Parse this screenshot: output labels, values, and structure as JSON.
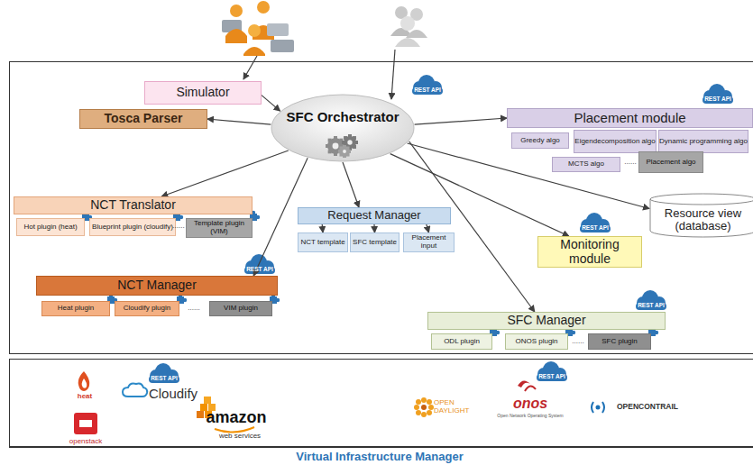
{
  "diagram": {
    "nodes": [
      {
        "text": [
          "Simulator"
        ]
      },
      {
        "text": [
          "SFC Orchestrator"
        ]
      },
      {
        "text": [
          "Tosca Parser"
        ]
      },
      {
        "text": [
          "Placement module"
        ]
      },
      {
        "text": [
          "Greedy algo"
        ]
      },
      {
        "text": [
          "Eigendecomposition algo"
        ]
      },
      {
        "text": [
          "Dynamic programming algo"
        ]
      },
      {
        "text": [
          "MCTS algo"
        ]
      },
      {
        "text": [
          "Placement algo"
        ]
      },
      {
        "text": [
          "NCT Translator"
        ]
      },
      {
        "text": [
          "Hot plugin (heat)"
        ]
      },
      {
        "text": [
          "Blueprint plugin (cloudify)"
        ]
      },
      {
        "text": [
          "Template plugin (VIM)"
        ]
      },
      {
        "text": [
          "Request Manager"
        ]
      },
      {
        "text": [
          "NCT template"
        ]
      },
      {
        "text": [
          "SFC template"
        ]
      },
      {
        "text": [
          "Placement input"
        ]
      },
      {
        "text": [
          "Resource view (database)"
        ]
      },
      {
        "text": [
          "Monitoring module"
        ]
      },
      {
        "text": [
          "NCT Manager"
        ]
      },
      {
        "text": [
          "Heat plugin"
        ]
      },
      {
        "text": [
          "Cloudify plugin"
        ]
      },
      {
        "text": [
          "VIM plugin"
        ]
      },
      {
        "text": [
          "SFC Manager"
        ]
      },
      {
        "text": [
          "ODL plugin"
        ]
      },
      {
        "text": [
          "ONOS plugin"
        ]
      },
      {
        "text": [
          "SFC plugin"
        ]
      },
      {
        "text": [
          "Virtual Infrastructure Manager"
        ]
      }
    ],
    "edges": [
      {
        "from": 0,
        "to": 1,
        "arrow": "to"
      },
      {
        "from": 1,
        "to": 2,
        "arrow": "to"
      },
      {
        "from": 1,
        "to": 3,
        "arrow": "to"
      },
      {
        "from": 1,
        "to": 9,
        "arrow": "to"
      },
      {
        "from": 1,
        "to": 19,
        "arrow": "to"
      },
      {
        "from": 1,
        "to": 13,
        "arrow": "to"
      },
      {
        "from": 1,
        "to": 17,
        "arrow": "to"
      },
      {
        "from": 1,
        "to": 18,
        "arrow": "to"
      },
      {
        "from": 1,
        "to": 23,
        "arrow": "to"
      },
      {
        "from": 13,
        "to": 14,
        "arrow": "to"
      },
      {
        "from": 13,
        "to": 15,
        "arrow": "to"
      },
      {
        "from": 13,
        "to": 16,
        "arrow": "to"
      }
    ],
    "labels": [
      "REST API",
      "REST API",
      "......",
      "......",
      "REST API",
      "......",
      "REST API",
      "REST API",
      "......",
      "REST API",
      "REST API",
      "heat",
      "openstack",
      "Cloudify",
      "amazon",
      "web services",
      "OPEN DAYLIGHT",
      "onos",
      "Open Network Operating System",
      "OPENCONTRAIL"
    ]
  }
}
